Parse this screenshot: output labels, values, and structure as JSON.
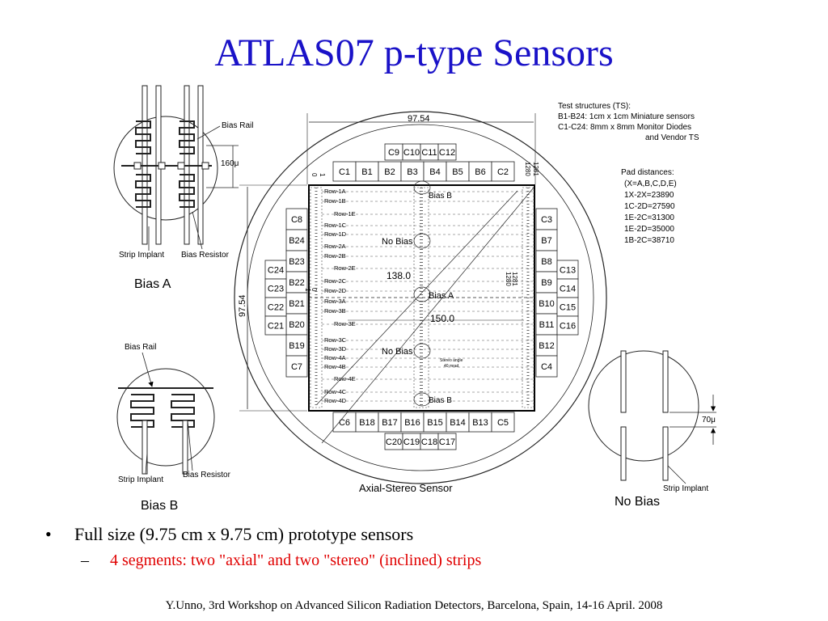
{
  "slide": {
    "title": "ATLAS07 p-type Sensors",
    "footer": "Y.Unno, 3rd Workshop on Advanced Silicon Radiation Detectors, Barcelona, Spain, 14-16 April. 2008"
  },
  "bullets": {
    "marker": "•",
    "sub_marker": "–",
    "main": "Full size (9.75 cm x 9.75 cm) prototype sensors",
    "sub": "4 segments: two \"axial\" and two \"stereo\" (inclined) strips"
  },
  "bias_a": {
    "caption": "Bias A",
    "bias_rail": "Bias Rail",
    "pitch": "160μ",
    "strip_implant": "Strip Implant",
    "bias_resistor": "Bias Resistor"
  },
  "bias_b": {
    "caption": "Bias B",
    "bias_rail": "Bias Rail",
    "strip_implant": "Strip Implant",
    "bias_resistor": "Bias Resistor"
  },
  "no_bias": {
    "caption": "No Bias",
    "gap": "70μ",
    "strip_implant": "Strip Implant"
  },
  "sensor": {
    "caption": "Axial-Stereo Sensor",
    "width_dim": "97.54",
    "height_dim": "97.54",
    "dim_138": "138.0",
    "dim_150": "150.0",
    "region_labels": [
      "Bias B",
      "No Bias",
      "Bias A",
      "No Bias",
      "Bias B"
    ],
    "stereo_note": [
      "Stereo angle",
      "40 mrad"
    ],
    "strip_numbers": {
      "left_top": [
        "0",
        "1"
      ],
      "left_mid": [
        "0",
        "1"
      ],
      "right_top": [
        "1280",
        "1281"
      ],
      "right_mid": [
        "1281",
        "1280"
      ]
    },
    "rows_top": [
      "Row-1A",
      "Row-1B",
      "Row-1E",
      "Row-1C",
      "Row-1D",
      "Row-2A",
      "Row-2B",
      "Row-2E",
      "Row-2C",
      "Row-2D",
      "Row-3A",
      "Row-3B",
      "Row-3E"
    ],
    "rows_bottom": [
      "Row-3C",
      "Row-3D",
      "Row-4A",
      "Row-4B",
      "Row-4E",
      "Row-4C",
      "Row-4D"
    ],
    "ts_top_upper": [
      "C9",
      "C10",
      "C11",
      "C12"
    ],
    "ts_top_lower": [
      "C1",
      "B1",
      "B2",
      "B3",
      "B4",
      "B5",
      "B6",
      "C2"
    ],
    "ts_left": [
      "C8",
      "B24",
      "B23",
      "B22",
      "B21",
      "B20",
      "B19",
      "C7"
    ],
    "ts_left_outer": [
      "C24",
      "C23",
      "C22",
      "C21"
    ],
    "ts_right": [
      "C3",
      "B7",
      "B8",
      "B9",
      "B10",
      "B11",
      "B12",
      "C4"
    ],
    "ts_right_outer": [
      "C13",
      "C14",
      "C15",
      "C16"
    ],
    "ts_bottom_upper": [
      "C6",
      "B18",
      "B17",
      "B16",
      "B15",
      "B14",
      "B13",
      "C5"
    ],
    "ts_bottom_lower": [
      "C20",
      "C19",
      "C18",
      "C17"
    ]
  },
  "test_structures": {
    "lines": [
      "Test structures (TS):",
      "B1-B24: 1cm x 1cm Miniature sensors",
      "C1-C24: 8mm x 8mm Monitor Diodes",
      "and Vendor TS"
    ]
  },
  "pad_distances": {
    "lines": [
      "Pad distances:",
      "(X=A,B,C,D,E)",
      "1X-2X=23890",
      "1C-2D=27590",
      "1E-2C=31300",
      "1E-2D=35000",
      "1B-2C=38710"
    ]
  }
}
